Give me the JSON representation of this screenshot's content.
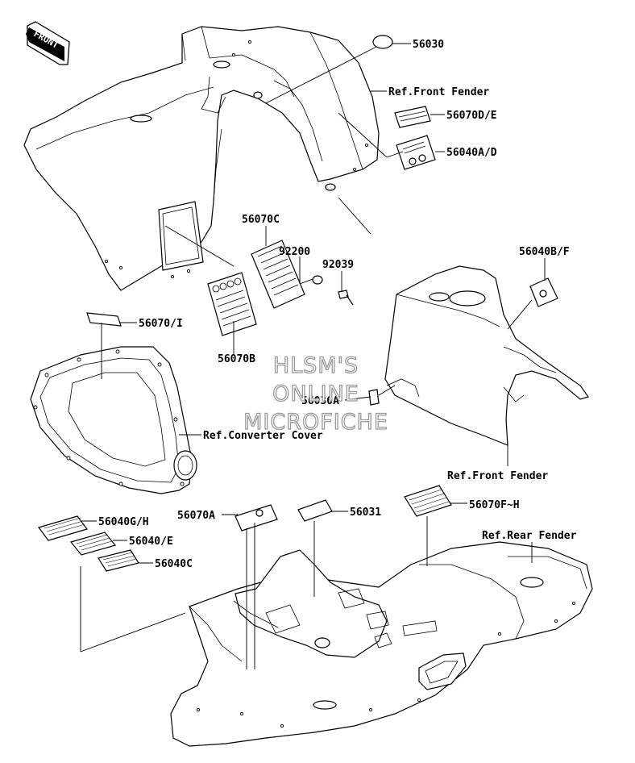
{
  "badge": {
    "front": "FRONT"
  },
  "watermark": [
    "HLSM'S",
    "ONLINE",
    "MICROFICHE"
  ],
  "parts": {
    "p56030": "56030",
    "ref_front_fender_top": "Ref.Front Fender",
    "p56070DE": "56070D/E",
    "p56040AD": "56040A/D",
    "p56070C": "56070C",
    "p92200": "92200",
    "p92039": "92039",
    "p56040BF": "56040B/F",
    "p56070I": "56070/I",
    "p56070B": "56070B",
    "p56030A": "56030A",
    "ref_converter_cover": "Ref.Converter Cover",
    "ref_front_fender_mid": "Ref.Front Fender",
    "p56040GH": "56040G/H",
    "p56070A": "56070A",
    "p56031": "56031",
    "p56070FH": "56070F~H",
    "ref_rear_fender": "Ref.Rear Fender",
    "p56040E": "56040/E",
    "p56040C": "56040C"
  }
}
